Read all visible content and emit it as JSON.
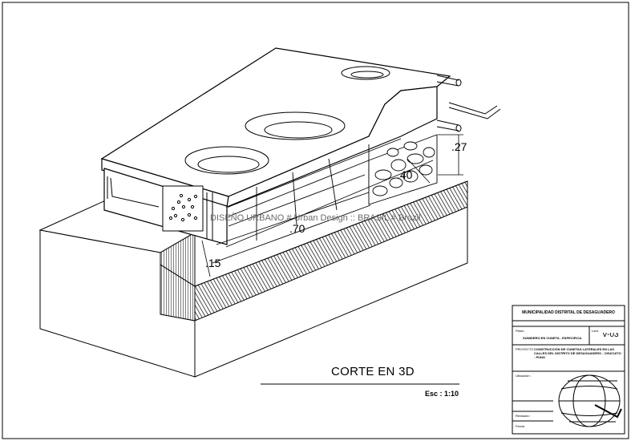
{
  "drawing": {
    "title": "CORTE EN 3D",
    "scale": "Esc : 1:10",
    "watermark": "DISEÑO URBANO # Urban Design :: BRASIL # Brazil",
    "dimensions": {
      "width_main": ".70",
      "depth": ".40",
      "height_side": ".27",
      "curb_height": ".15"
    }
  },
  "title_block": {
    "organization": "MUNICIPALIDAD DISTRITAL DE DESAGUADERO",
    "plano_label": "Plano :",
    "plano_value": "SUMIDERO EN CUNETA - ESPECIFICA.",
    "lamina_label": "Lam:",
    "sheet": "V-03",
    "proyecto_label": "PROYECTO",
    "proyecto_value": "CONSTRUCCIÓN DE CUNETAS LATERALES EN LAS CALLES DEL DISTRITO DE DESAGUADERO - CHUCUITO - PUNO",
    "fecha_label": "Fecha",
    "ubicacion_label": "Ubicación :",
    "revisado_label": "Revisado :"
  },
  "colors": {
    "line": "#000000",
    "background": "#ffffff",
    "watermark": "#6b6b6b"
  }
}
